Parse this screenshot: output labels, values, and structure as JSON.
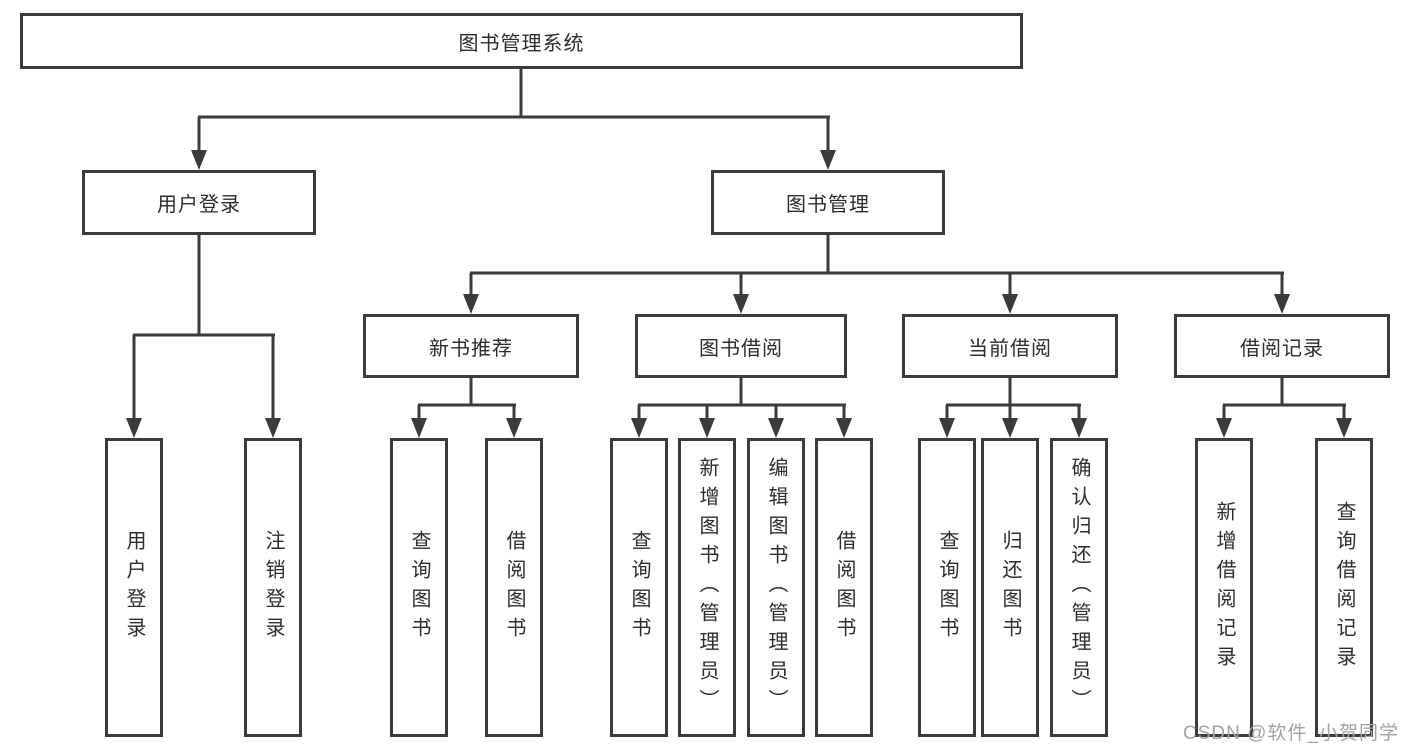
{
  "diagram_type": "tree-structure-chart",
  "colors": {
    "line": "#3b3b3b",
    "box_border": "#3b3b3b",
    "box_fill": "#ffffff",
    "text": "#2d2d2d",
    "watermark": "#a3a3a3",
    "background": "#ffffff"
  },
  "tree": {
    "label": "图书管理系统",
    "children": [
      {
        "label": "用户登录",
        "children": [
          {
            "label": "用户登录"
          },
          {
            "label": "注销登录"
          }
        ]
      },
      {
        "label": "图书管理",
        "children": [
          {
            "label": "新书推荐",
            "children": [
              {
                "label": "查询图书"
              },
              {
                "label": "借阅图书"
              }
            ]
          },
          {
            "label": "图书借阅",
            "children": [
              {
                "label": "查询图书"
              },
              {
                "label": "新增图书（管理员）"
              },
              {
                "label": "编辑图书（管理员）"
              },
              {
                "label": "借阅图书"
              }
            ]
          },
          {
            "label": "当前借阅",
            "children": [
              {
                "label": "查询图书"
              },
              {
                "label": "归还图书"
              },
              {
                "label": "确认归还（管理员）"
              }
            ]
          },
          {
            "label": "借阅记录",
            "children": [
              {
                "label": "新增借阅记录"
              },
              {
                "label": "查询借阅记录"
              }
            ]
          }
        ]
      }
    ]
  },
  "watermark": {
    "text": "CSDN @软件_小贺同学"
  }
}
